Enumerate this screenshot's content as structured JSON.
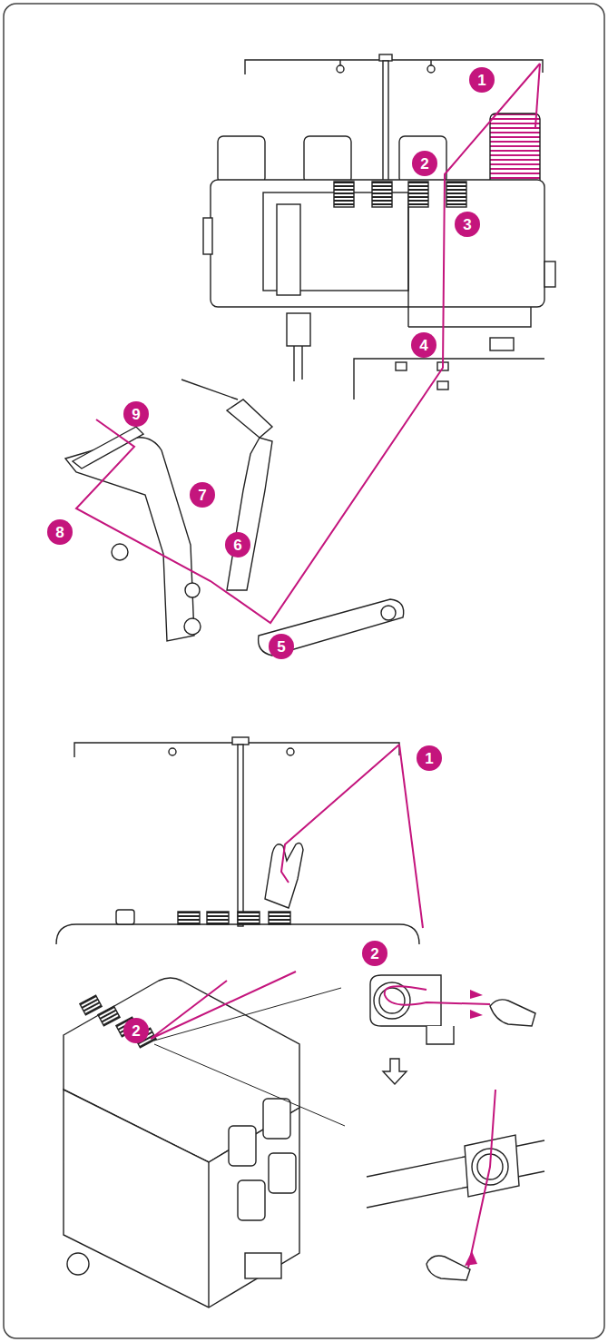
{
  "diagram": {
    "nodes": [
      {
        "text": [
          "1"
        ]
      },
      {
        "text": [
          "2"
        ]
      },
      {
        "text": [
          "3"
        ]
      },
      {
        "text": [
          "4"
        ]
      },
      {
        "text": [
          "5"
        ]
      },
      {
        "text": [
          "6"
        ]
      },
      {
        "text": [
          "7"
        ]
      },
      {
        "text": [
          "8"
        ]
      },
      {
        "text": [
          "9"
        ]
      },
      {
        "text": [
          "1"
        ]
      },
      {
        "text": [
          "2"
        ]
      },
      {
        "text": [
          "2"
        ]
      }
    ]
  }
}
